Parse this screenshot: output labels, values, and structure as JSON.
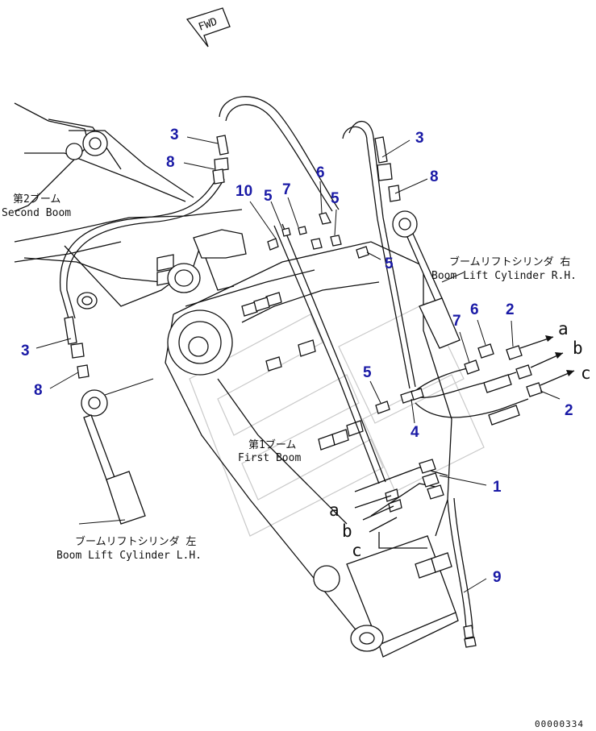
{
  "fwd_label": "FWD",
  "callouts": {
    "c1": "1",
    "c2a": "2",
    "c2b": "2",
    "c3a": "3",
    "c3b": "3",
    "c3c": "3",
    "c4": "4",
    "c5a": "5",
    "c5b": "5",
    "c5c": "5",
    "c5d": "5",
    "c6a": "6",
    "c6b": "6",
    "c7a": "7",
    "c7b": "7",
    "c8a": "8",
    "c8b": "8",
    "c8c": "8",
    "c9": "9",
    "c10": "10"
  },
  "port_letters": {
    "a_right": "a",
    "b_right": "b",
    "c_right": "c",
    "a_lower": "a",
    "b_lower": "b",
    "c_lower": "c"
  },
  "labels": {
    "second_boom_jp": "第2ブーム",
    "second_boom_en": "Second Boom",
    "first_boom_jp": "第1ブーム",
    "first_boom_en": "First Boom",
    "cyl_rh_jp": "ブームリフトシリンダ 右",
    "cyl_rh_en": "Boom Lift Cylinder R.H.",
    "cyl_lh_jp": "ブームリフトシリンダ 左",
    "cyl_lh_en": "Boom Lift Cylinder L.H."
  },
  "figure_number": "00000334",
  "colors": {
    "callout": "#1a1aa6",
    "line": "#111111",
    "watermark": "#c9c9c9"
  }
}
